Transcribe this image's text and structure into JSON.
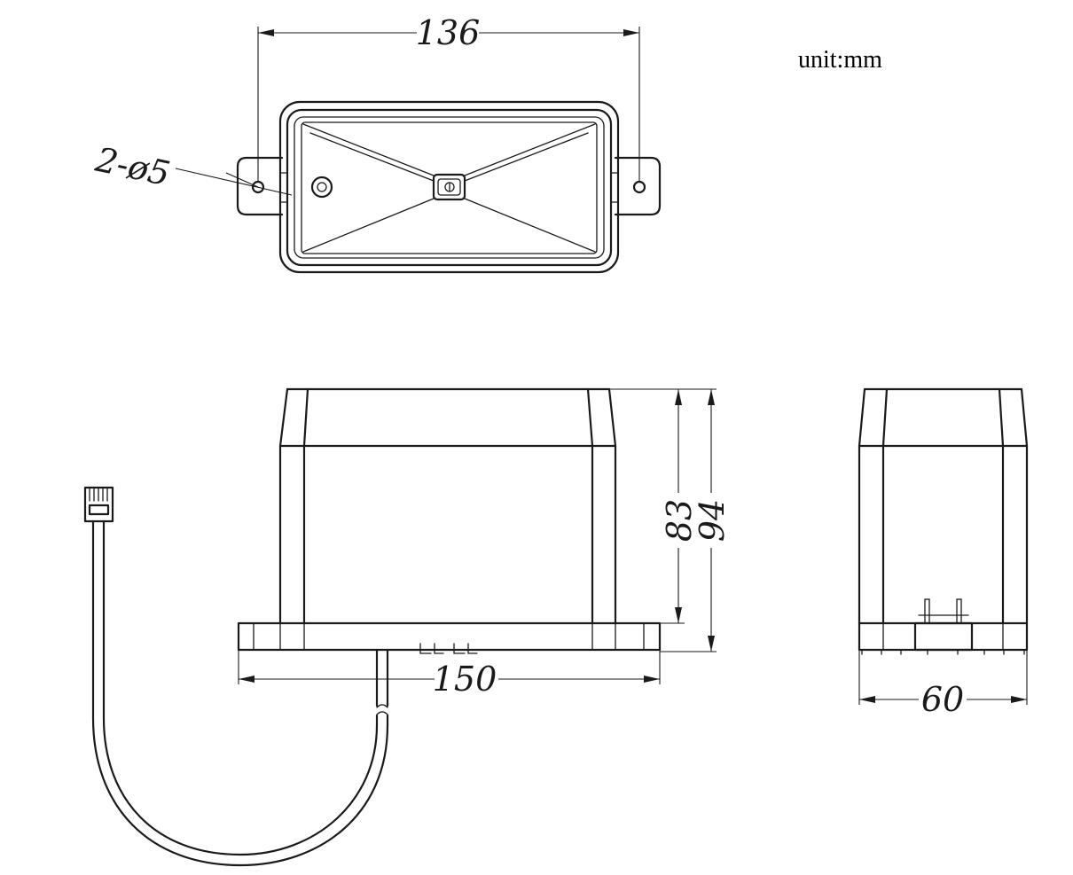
{
  "unit_label": "unit:mm",
  "dimensions": {
    "top_width": "136",
    "hole_callout": "2-ø5",
    "base_length": "150",
    "body_height": "83",
    "total_height": "94",
    "side_width": "60"
  }
}
